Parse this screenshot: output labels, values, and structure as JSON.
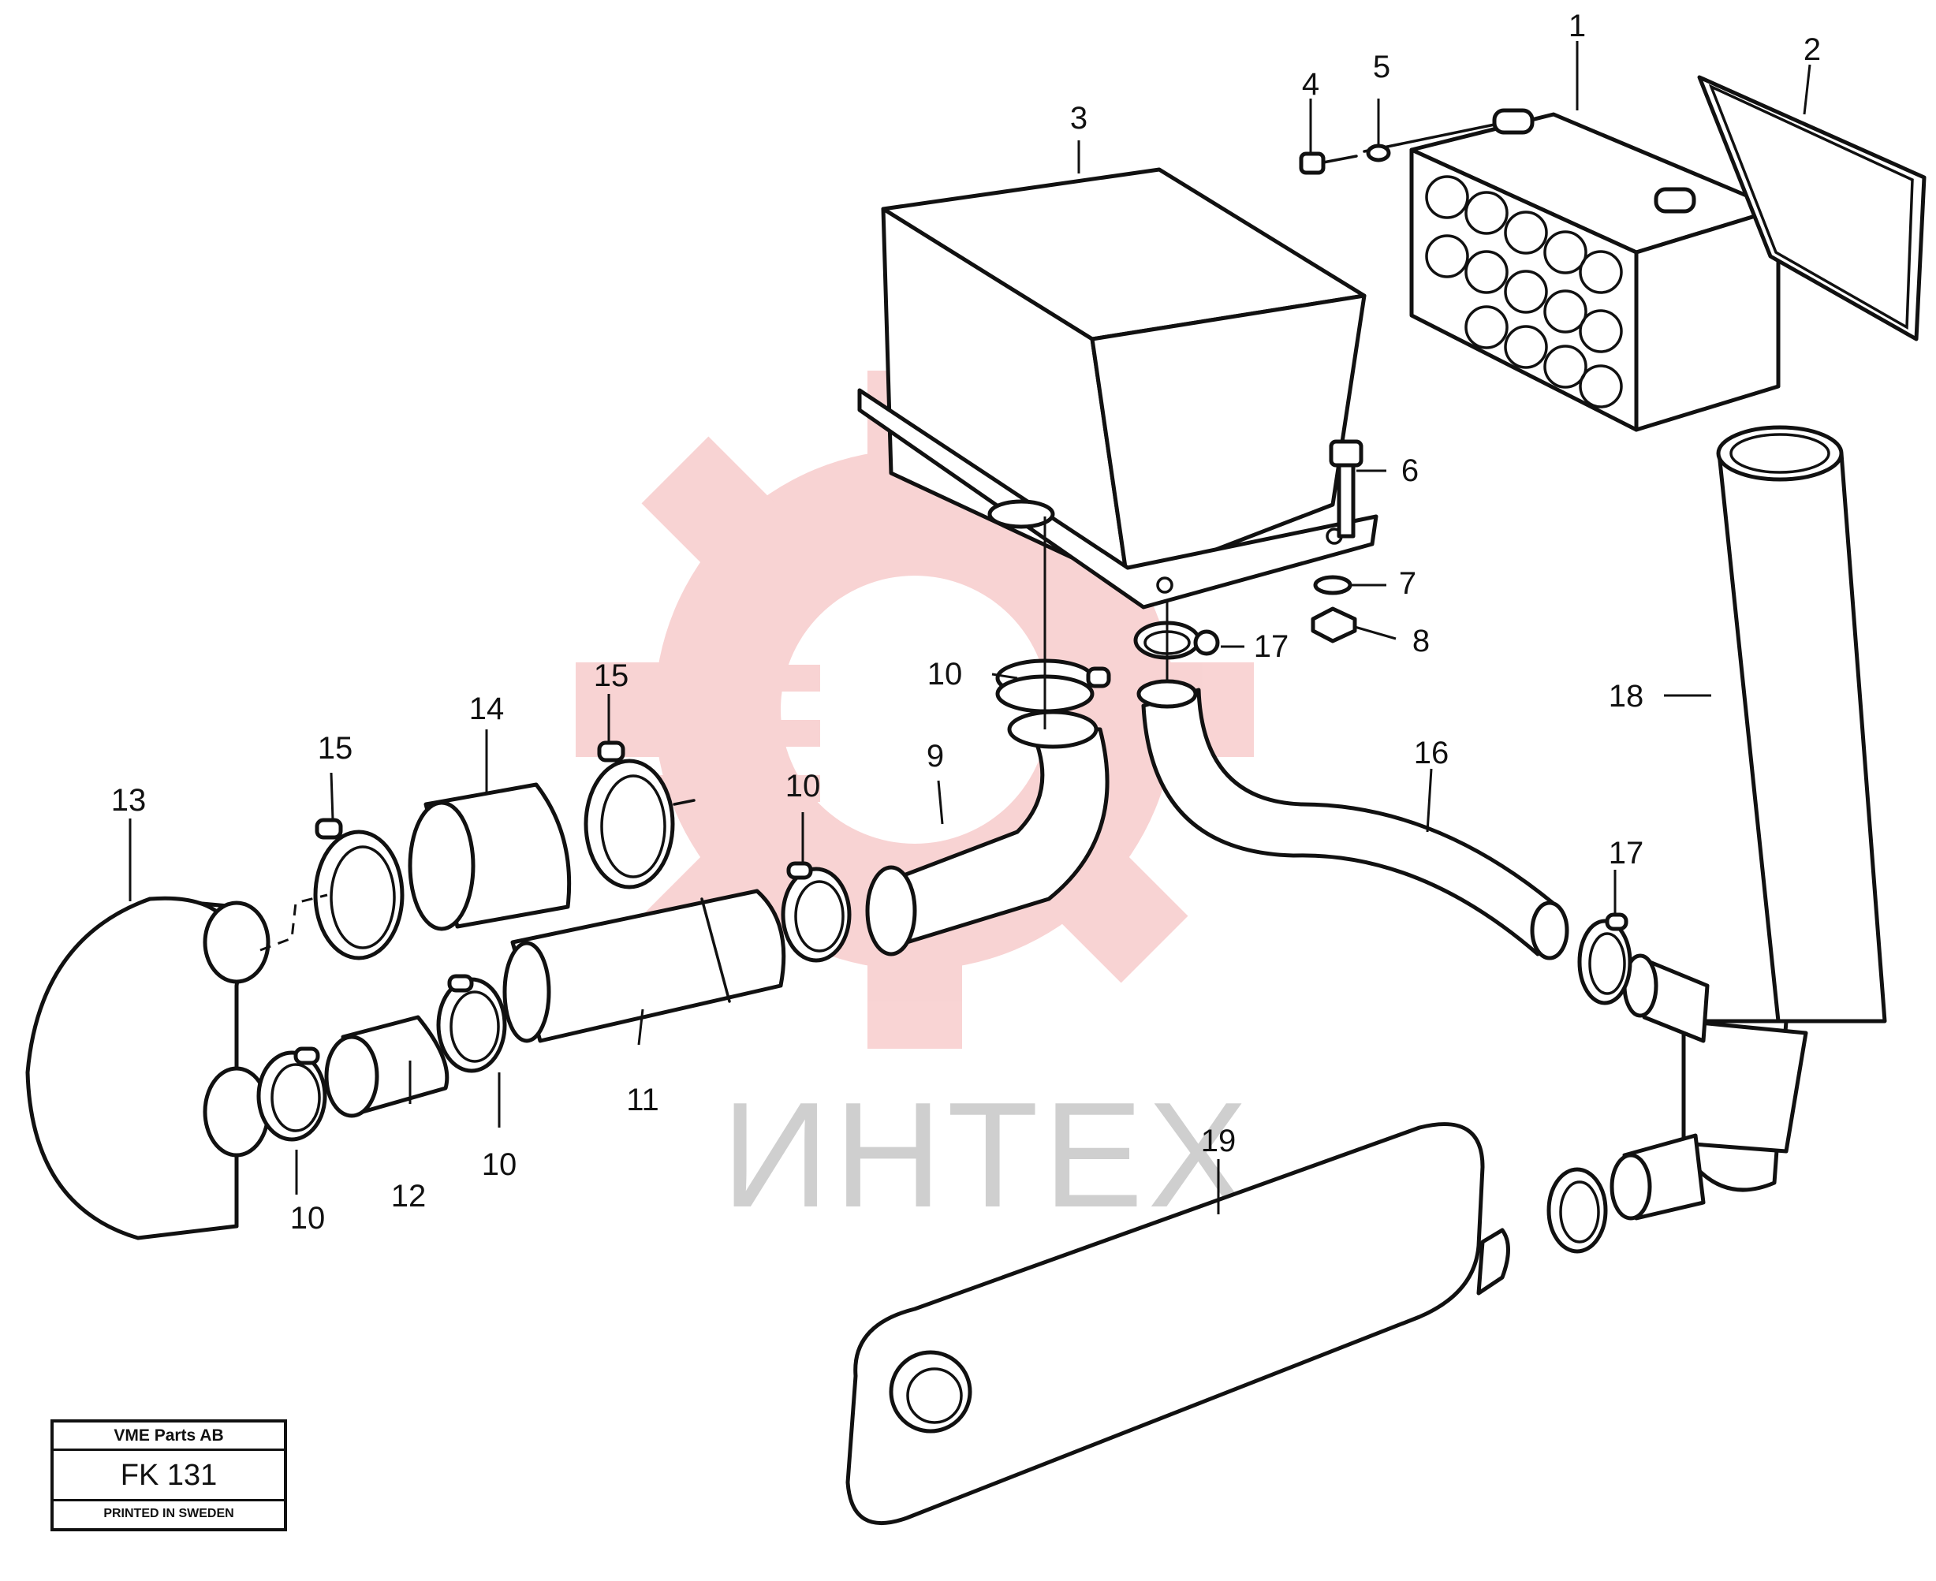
{
  "callouts": [
    {
      "id": "c1",
      "text": "1"
    },
    {
      "id": "c2",
      "text": "2"
    },
    {
      "id": "c3",
      "text": "3"
    },
    {
      "id": "c4",
      "text": "4"
    },
    {
      "id": "c5",
      "text": "5"
    },
    {
      "id": "c6",
      "text": "6"
    },
    {
      "id": "c7",
      "text": "7"
    },
    {
      "id": "c8",
      "text": "8"
    },
    {
      "id": "c9",
      "text": "9"
    },
    {
      "id": "c10a",
      "text": "10"
    },
    {
      "id": "c10b",
      "text": "10"
    },
    {
      "id": "c10c",
      "text": "10"
    },
    {
      "id": "c10d",
      "text": "10"
    },
    {
      "id": "c11",
      "text": "11"
    },
    {
      "id": "c12",
      "text": "12"
    },
    {
      "id": "c13",
      "text": "13"
    },
    {
      "id": "c14",
      "text": "14"
    },
    {
      "id": "c15a",
      "text": "15"
    },
    {
      "id": "c15b",
      "text": "15"
    },
    {
      "id": "c16",
      "text": "16"
    },
    {
      "id": "c17a",
      "text": "17"
    },
    {
      "id": "c17b",
      "text": "17"
    },
    {
      "id": "c18",
      "text": "18"
    },
    {
      "id": "c19",
      "text": "19"
    }
  ],
  "stamp": {
    "company": "VME Parts AB",
    "code": "FK 131",
    "printed": "PRINTED IN SWEDEN"
  },
  "watermark": {
    "text": "ИНТЕХ",
    "color": "#f4b0b0"
  }
}
